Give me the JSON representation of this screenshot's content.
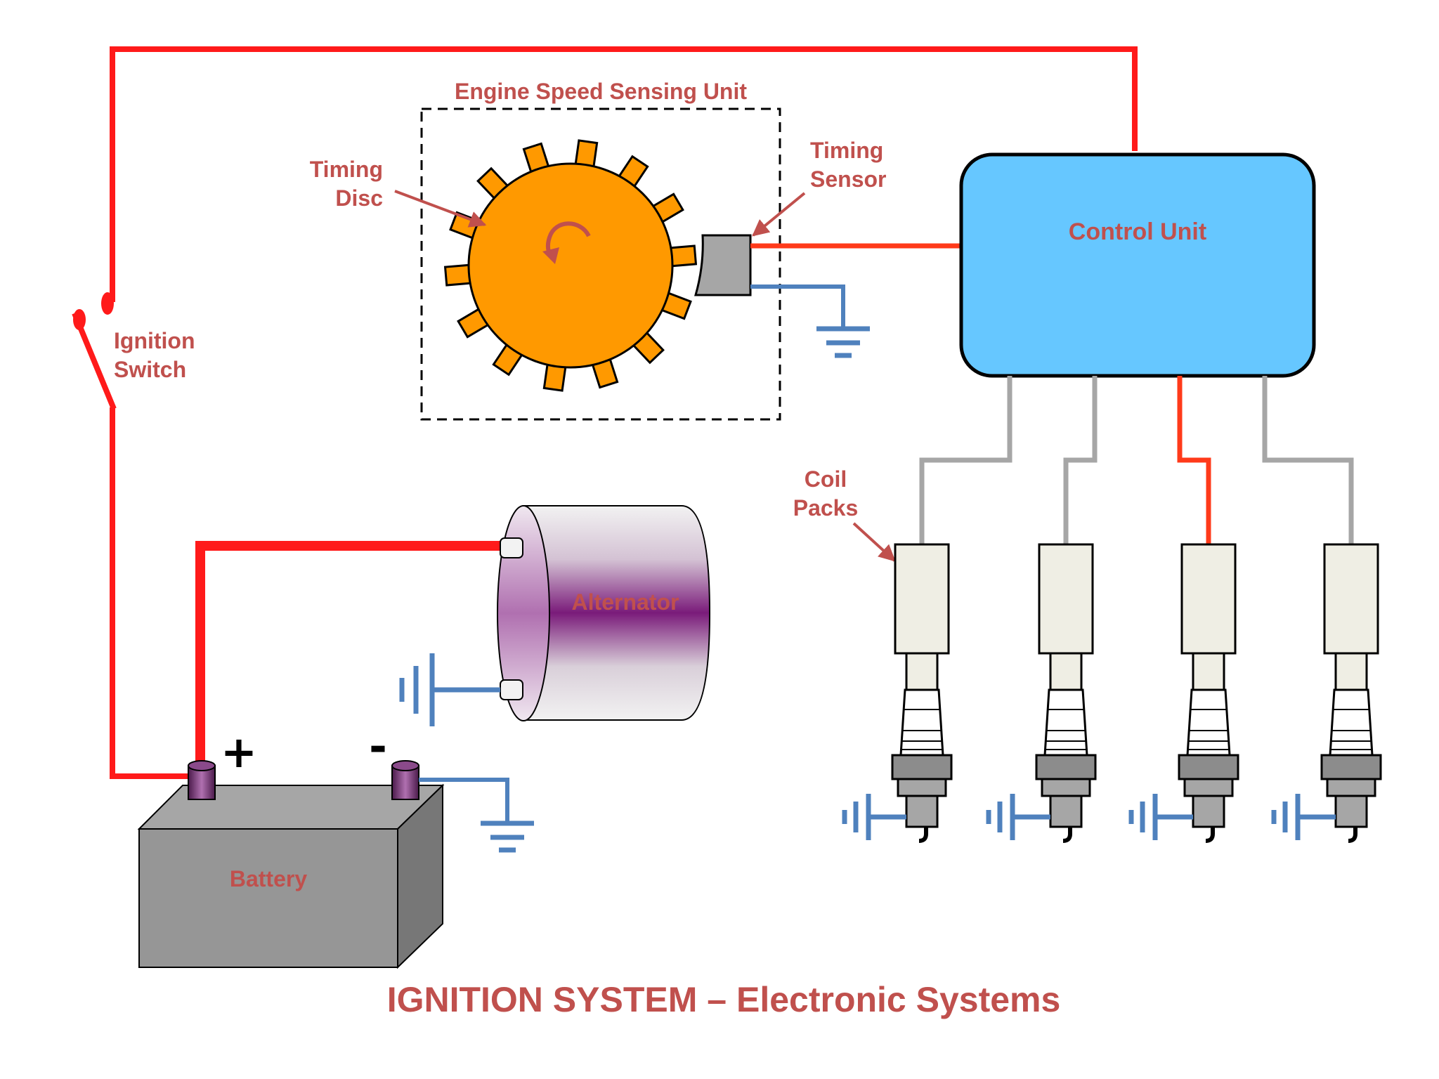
{
  "labels": {
    "engine_speed_unit": "Engine Speed Sensing Unit",
    "timing_disc_line1": "Timing",
    "timing_disc_line2": "Disc",
    "timing_sensor_line1": "Timing",
    "timing_sensor_line2": "Sensor",
    "control_unit": "Control Unit",
    "ignition_switch_line1": "Ignition",
    "ignition_switch_line2": "Switch",
    "coil_packs_line1": "Coil",
    "coil_packs_line2": "Packs",
    "alternator": "Alternator",
    "battery": "Battery",
    "battery_plus": "+",
    "battery_minus": "-",
    "title": "IGNITION SYSTEM – Electronic Systems"
  },
  "colors": {
    "power_wire": "#ff1a1a",
    "signal_wire": "#ff3a1a",
    "ground_wire": "#4f81bd",
    "coil_wire": "#a6a6a6",
    "timing_disc": "#ff9900",
    "control_unit": "#66c7ff",
    "label_text": "#c0504d"
  },
  "coil_count": 4,
  "active_coil_index": 2
}
